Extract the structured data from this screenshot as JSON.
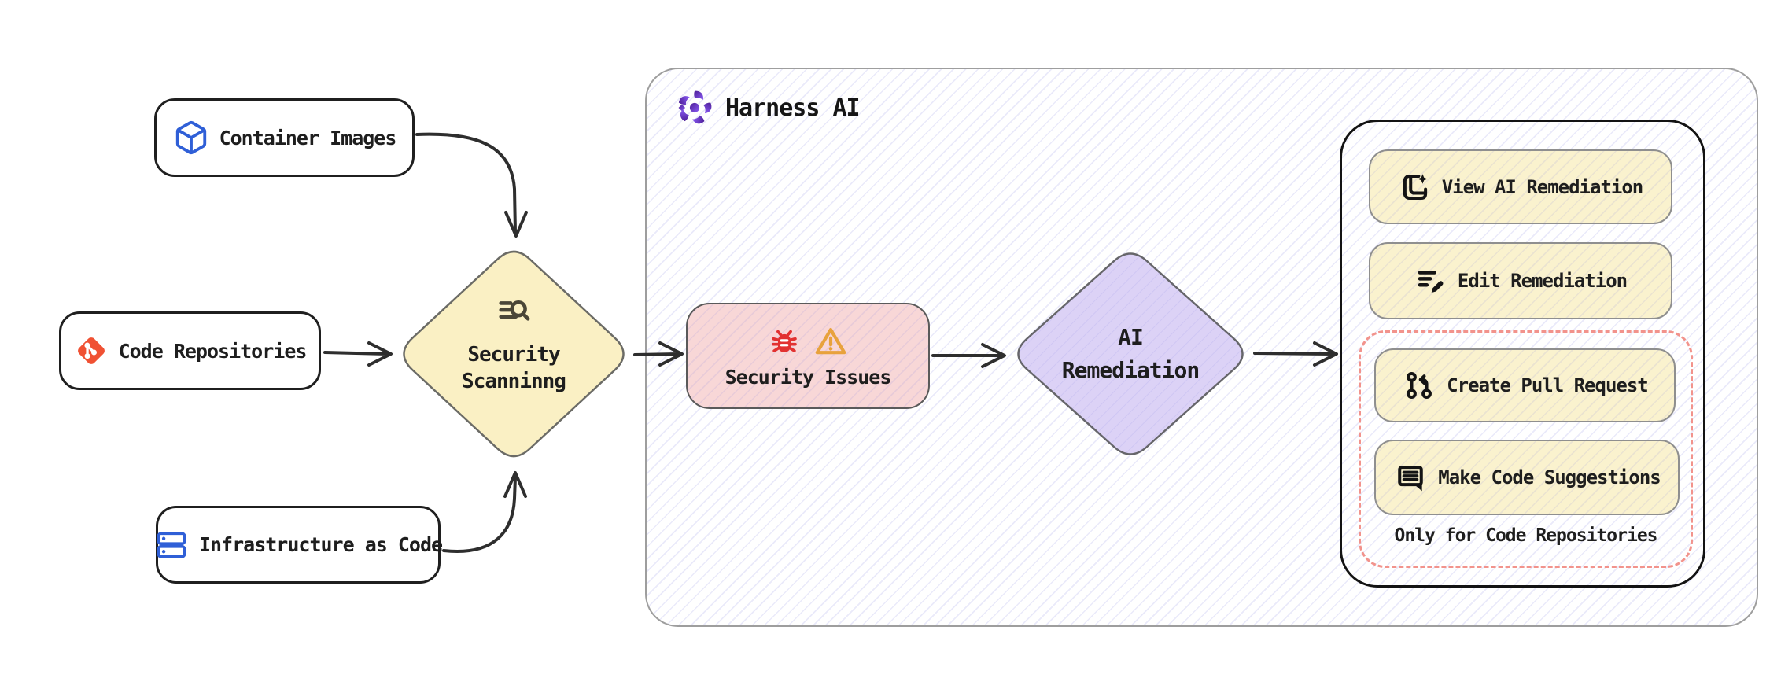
{
  "sources": [
    {
      "label": "Container Images",
      "icon": "container-cube-icon"
    },
    {
      "label": "Code Repositories",
      "icon": "git-icon"
    },
    {
      "label": "Infrastructure as Code",
      "icon": "server-stack-icon"
    }
  ],
  "scanning": {
    "icon": "scan-search-icon",
    "line1": "Security",
    "line2": "Scanninng"
  },
  "issues": {
    "icons": [
      "bug-icon",
      "warning-icon"
    ],
    "label": "Security Issues"
  },
  "remediation": {
    "line1": "AI",
    "line2": "Remediation"
  },
  "harness": {
    "logo": "harness-ai-logo",
    "title": "Harness AI"
  },
  "actions": {
    "view": {
      "label": "View AI Remediation",
      "icon": "book-sparkle-icon"
    },
    "edit": {
      "label": "Edit Remediation",
      "icon": "list-pencil-icon"
    },
    "create_pr": {
      "label": "Create Pull Request",
      "icon": "pull-request-icon"
    },
    "suggest": {
      "label": "Make Code Suggestions",
      "icon": "comment-lines-icon"
    },
    "restriction_note": "Only for Code Repositories"
  },
  "colors": {
    "node_yellow": "#FAF0C4",
    "button_yellow": "#FAF2CE",
    "issue_pink": "#F8D7D7",
    "remediation_purple": "#DCD2F6",
    "hatch_line": "#7C7CE0",
    "dashed_restriction": "#F2938C",
    "harness_purple": "#6D28D9",
    "git_orange": "#F05133",
    "icon_blue": "#2F5FD7",
    "bug_red": "#E23131",
    "warning_orange": "#E8A23C",
    "arrow": "#2E2E2E"
  }
}
